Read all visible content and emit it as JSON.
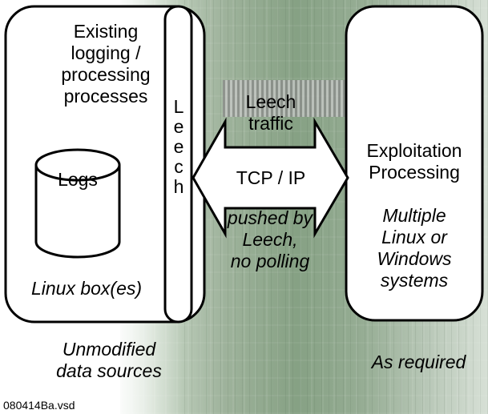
{
  "left_box": {
    "processes_label": "Existing\nlogging /\nprocessing\nprocesses",
    "logs_label": "Logs",
    "footer_label": "Linux box(es)",
    "caption": "Unmodified\ndata sources"
  },
  "leech_bar": {
    "letters": "L\ne\ne\nc\nh"
  },
  "arrow": {
    "top_label": "Leech\ntraffic",
    "middle_label": "TCP / IP",
    "note": "pushed by\nLeech,\nno polling"
  },
  "right_box": {
    "title": "Exploitation\nProcessing",
    "subtitle": "Multiple\nLinux or\nWindows\nsystems",
    "caption": "As required"
  },
  "file_name": "080414Ba.vsd",
  "colors": {
    "stroke": "#000000",
    "fill": "#ffffff",
    "board": "#86a184"
  }
}
